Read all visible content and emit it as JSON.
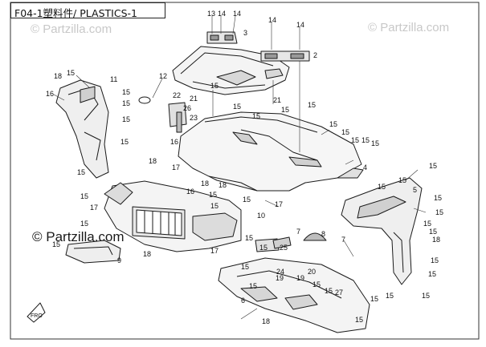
{
  "title": "F04-1塑料件/ PLASTICS-1",
  "watermarks": {
    "top_left": "© Partzilla.com",
    "top_right": "© Partzilla.com",
    "main": "© Partzilla.com"
  },
  "callouts": [
    {
      "label": "13"
    },
    {
      "label": "14"
    },
    {
      "label": "14"
    },
    {
      "label": "3"
    },
    {
      "label": "14"
    },
    {
      "label": "14"
    },
    {
      "label": "2"
    },
    {
      "label": "12"
    },
    {
      "label": "15"
    },
    {
      "label": "21"
    },
    {
      "label": "21"
    },
    {
      "label": "22"
    },
    {
      "label": "26"
    },
    {
      "label": "23"
    },
    {
      "label": "16"
    },
    {
      "label": "18"
    },
    {
      "label": "15"
    },
    {
      "label": "11"
    },
    {
      "label": "15"
    },
    {
      "label": "16"
    },
    {
      "label": "15"
    },
    {
      "label": "15"
    },
    {
      "label": "15"
    },
    {
      "label": "15"
    },
    {
      "label": "15"
    },
    {
      "label": "15"
    },
    {
      "label": "15"
    },
    {
      "label": "15"
    },
    {
      "label": "15"
    },
    {
      "label": "15"
    },
    {
      "label": "15"
    },
    {
      "label": "4"
    },
    {
      "label": "17"
    },
    {
      "label": "15"
    },
    {
      "label": "15"
    },
    {
      "label": "18"
    },
    {
      "label": "15"
    },
    {
      "label": "16"
    },
    {
      "label": "18"
    },
    {
      "label": "15"
    },
    {
      "label": "18"
    },
    {
      "label": "15"
    },
    {
      "label": "10"
    },
    {
      "label": "15"
    },
    {
      "label": "17"
    },
    {
      "label": "17"
    },
    {
      "label": "15"
    },
    {
      "label": "15"
    },
    {
      "label": "9"
    },
    {
      "label": "18"
    },
    {
      "label": "17"
    },
    {
      "label": "15"
    },
    {
      "label": "15"
    },
    {
      "label": "7"
    },
    {
      "label": "8"
    },
    {
      "label": "7"
    },
    {
      "label": "25"
    },
    {
      "label": "15"
    },
    {
      "label": "15"
    },
    {
      "label": "5"
    },
    {
      "label": "15"
    },
    {
      "label": "15"
    },
    {
      "label": "15"
    },
    {
      "label": "15"
    },
    {
      "label": "15"
    },
    {
      "label": "18"
    },
    {
      "label": "15"
    },
    {
      "label": "15"
    },
    {
      "label": "15"
    },
    {
      "label": "24"
    },
    {
      "label": "19"
    },
    {
      "label": "20"
    },
    {
      "label": "19"
    },
    {
      "label": "15"
    },
    {
      "label": "15"
    },
    {
      "label": "27"
    },
    {
      "label": "15"
    },
    {
      "label": "15"
    },
    {
      "label": "6"
    },
    {
      "label": "18"
    },
    {
      "label": "15"
    },
    {
      "label": "15"
    },
    {
      "label": "15"
    }
  ]
}
